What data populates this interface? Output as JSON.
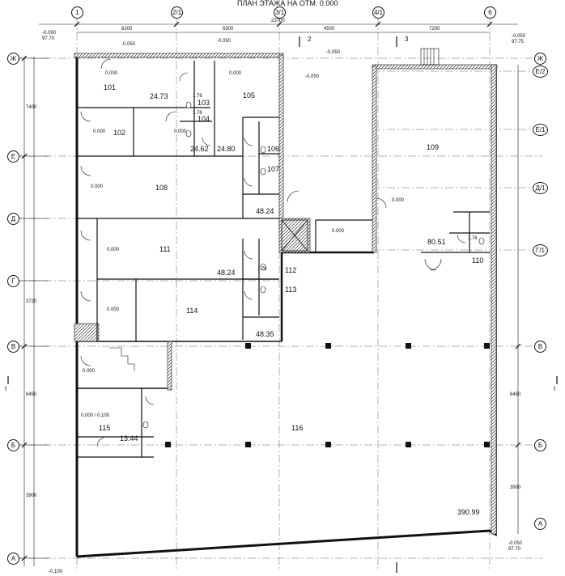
{
  "title": "ПЛАН ЭТАЖА НА ОТМ. 0.000",
  "axes": {
    "vertical": [
      "1",
      "2/1",
      "3/1",
      "4/1",
      "6"
    ],
    "horizontal": [
      "Ж",
      "Е/2",
      "Е",
      "Е/1",
      "Д/1",
      "Д",
      "Г/1",
      "Г",
      "В",
      "Б",
      "А"
    ]
  },
  "rooms": {
    "r101": "101",
    "r102": "102",
    "r103": "103",
    "r104": "104",
    "r105": "105",
    "r106": "106",
    "r107": "107",
    "r108": "108",
    "r109": "109",
    "r110": "110",
    "r111": "111",
    "r112": "112",
    "r113": "113",
    "r114": "114",
    "r115": "115",
    "r116": "116"
  },
  "areas": {
    "a101": "24.73",
    "a102": "24.62",
    "a105": "24.80",
    "a108": "48.24",
    "a109": "80.51",
    "a111": "48.24",
    "a114": "48.35",
    "a115": "13.44",
    "a116": "390.99",
    "a_wc1": "1.76",
    "a_wc2": "1.76",
    "a_wc3": "1.76",
    "a_wc4": "1.76"
  },
  "levels": {
    "l1": "0.000",
    "l2": "0.000",
    "l3": "0.000",
    "l4": "0.000",
    "l5": "0.000",
    "l6": "0.000",
    "l7": "0.000",
    "l8": "0.000",
    "l9": "0.000",
    "l10": "0.000",
    "l11": "-0.050",
    "l12": "-0.050",
    "l13": "-0.050",
    "l14": "-0.050",
    "l15": "0.000 / 0.100"
  },
  "marks": {
    "tl": "-0.050\n97.70",
    "tr": "-0.050\n97.75",
    "br": "-0.050\n97.70",
    "bl": "-0.100",
    "section": "I",
    "cut2": "2",
    "cut3": "3"
  },
  "dims": {
    "top_total": "23700",
    "d1": "6200",
    "d2": "6300",
    "d3": "4500",
    "d4": "7200",
    "left1": "3720",
    "left2": "6450",
    "left3": "3900",
    "left4": "7400",
    "right1": "6450",
    "right2": "3900"
  }
}
